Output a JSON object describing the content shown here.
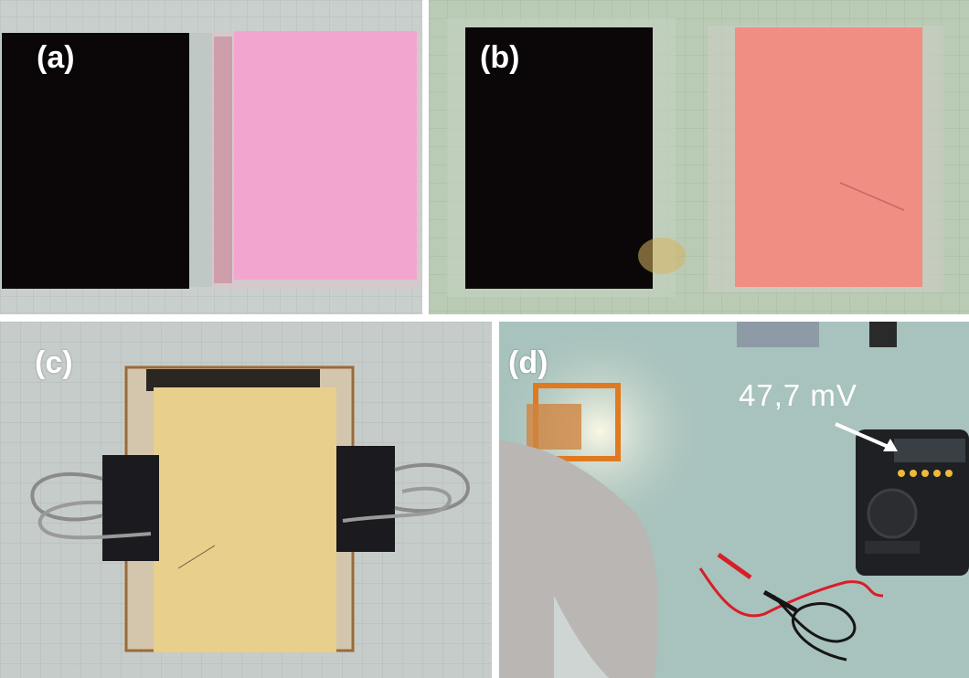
{
  "panels": [
    {
      "label": "(a)"
    },
    {
      "label": "(b)"
    },
    {
      "label": "(c)"
    },
    {
      "label": "(d)"
    }
  ],
  "annotation": {
    "reading": "47,7 mV"
  },
  "colors": {
    "grid_mat_a": "#c9cfcc",
    "grid_mat_b": "#b9cbb5",
    "grid_mat_c": "#c6ccca",
    "bench_d": "#a8c2bd",
    "black_plate": "#0b0709",
    "pink_plate": "#f2a6cf",
    "salmon_plate": "#f08e83",
    "yellow_sheet": "#e8cf8c",
    "clip": "#1a1a1f",
    "multimeter": "#1f2024",
    "red_probe": "#d81e28"
  },
  "icons": [
    "arrow-icon"
  ]
}
